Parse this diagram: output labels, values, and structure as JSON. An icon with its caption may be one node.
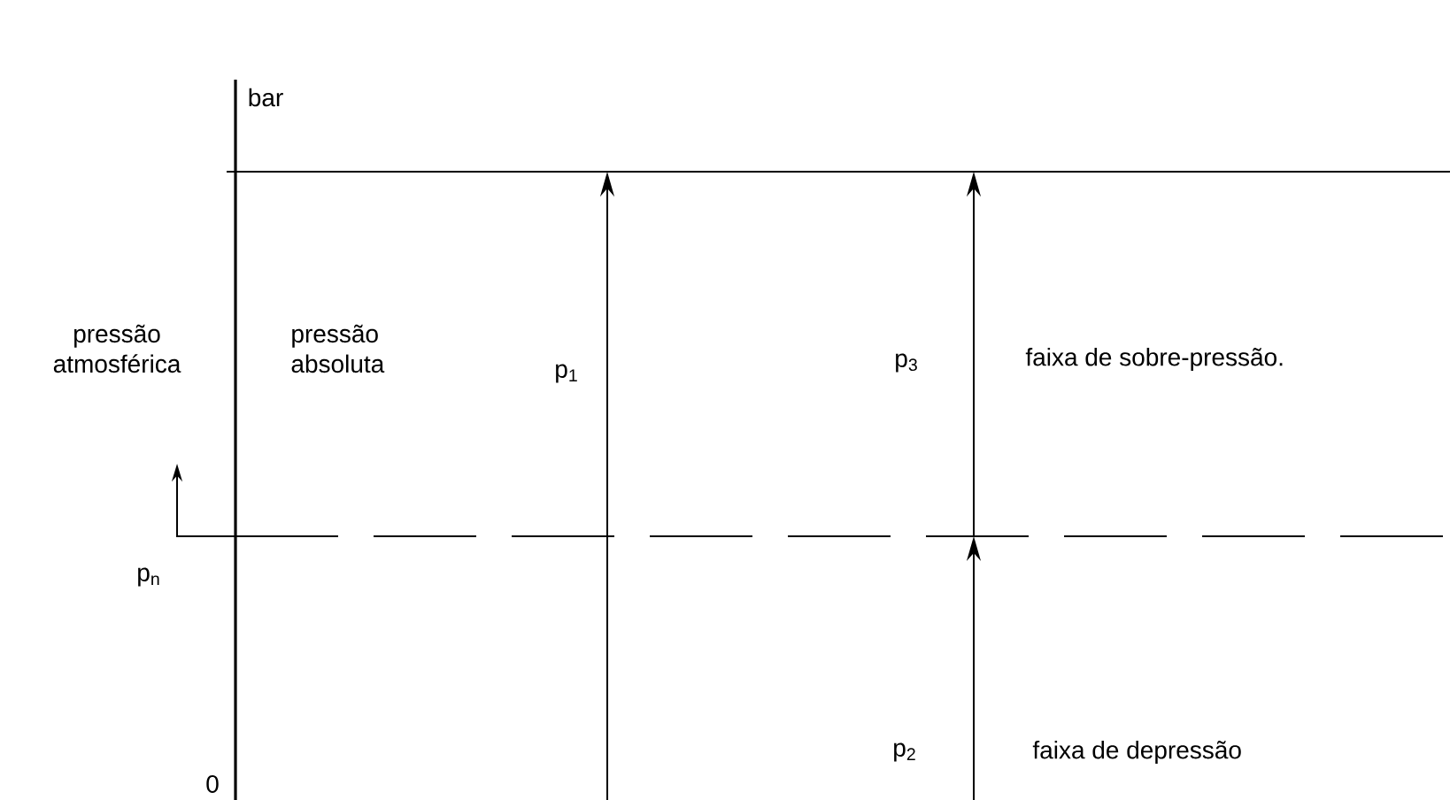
{
  "diagram": {
    "labels": [
      "bar",
      "pressão atmosférica",
      "pressão absoluta",
      "p$_{1}$",
      "p$_{3}$",
      "faixa de sobre-pressão.",
      "p$_{n}$",
      "p$_{2}$",
      "faixa de depressão",
      "0"
    ]
  }
}
